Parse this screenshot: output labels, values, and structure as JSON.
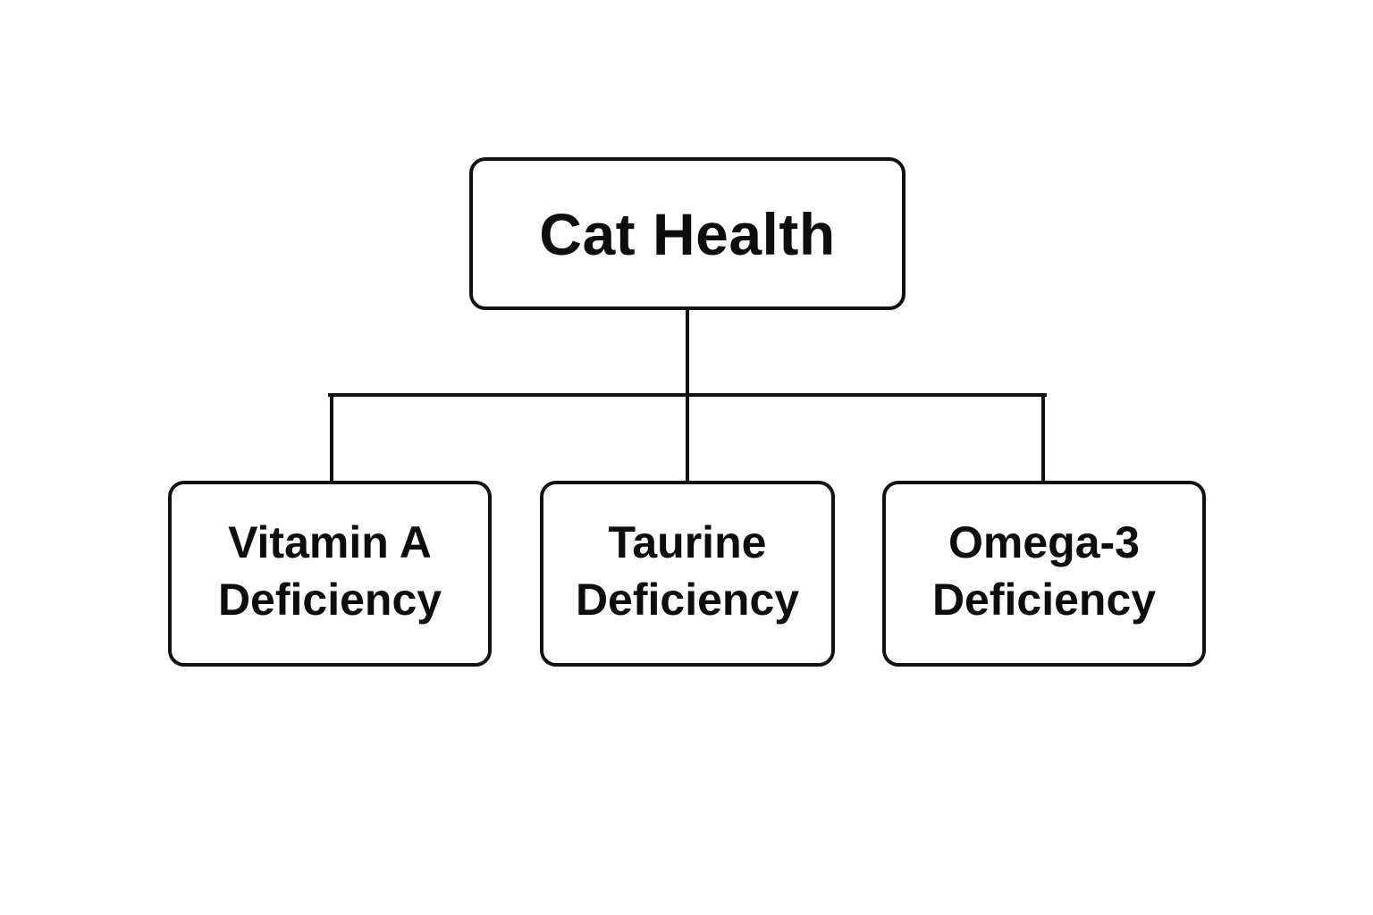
{
  "diagram": {
    "root": {
      "label": "Cat Health"
    },
    "children": [
      {
        "line1": "Vitamin A",
        "line2": "Deficiency"
      },
      {
        "line1": "Taurine",
        "line2": "Deficiency"
      },
      {
        "line1": "Omega-3",
        "line2": "Deficiency"
      }
    ]
  },
  "colors": {
    "stroke": "#111111",
    "text": "#0d0d0d",
    "background": "#ffffff"
  }
}
